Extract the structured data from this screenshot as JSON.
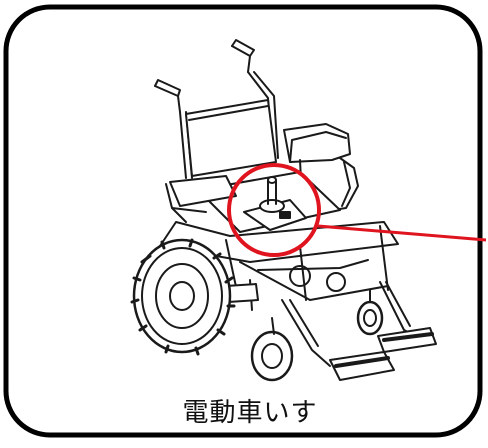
{
  "caption": "電動車いす",
  "colors": {
    "frame_border": "#000000",
    "highlight": "#e0141e",
    "line_art": "#1a1a1a"
  },
  "icons": {
    "subject": "electric-wheelchair-illustration",
    "callout": "joystick-controller-highlight"
  }
}
